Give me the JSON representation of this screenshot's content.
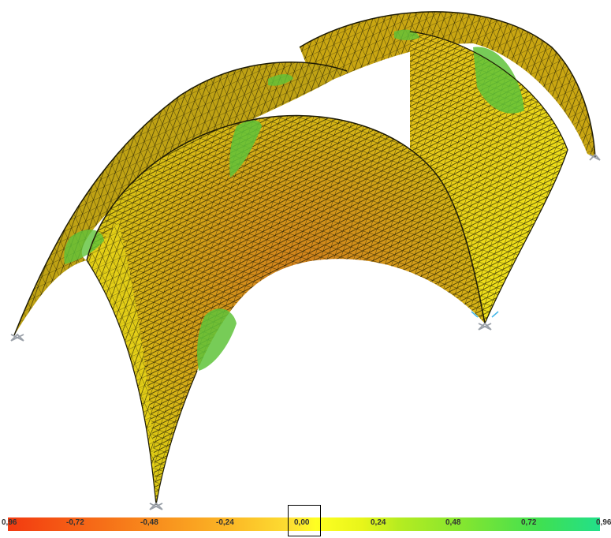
{
  "legend": {
    "labels": [
      "0,96",
      "-0,72",
      "-0,48",
      "-0,24",
      "0,00",
      "0,24",
      "0,48",
      "0,72",
      "0,96"
    ],
    "selected": "0,00"
  },
  "colors": {
    "shell_base": "#d7bf12",
    "shell_light": "#f2ea1a",
    "shell_orange": "#d4801c",
    "shell_green": "#5fc33a",
    "mesh": "#1e1b05",
    "support": "#9aa0a8",
    "support_highlight": "#43b7e8"
  },
  "icons": {
    "support": "pin-support-icon"
  }
}
